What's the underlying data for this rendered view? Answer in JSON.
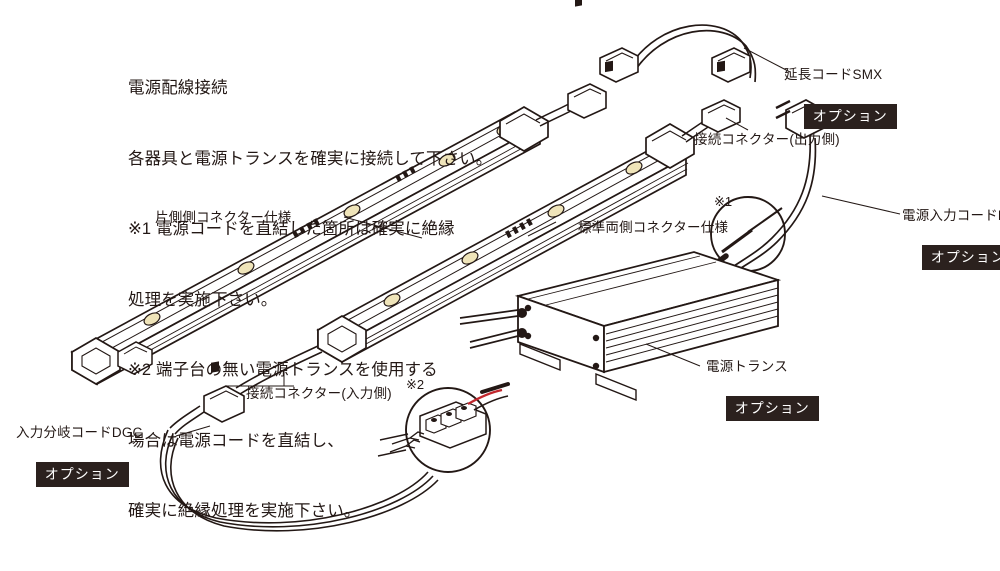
{
  "diagram": {
    "title_note": "電源配線接続",
    "notes": [
      "電源配線接続",
      "各器具と電源トランスを確実に接続して下さい。",
      "※1 電源コードを直結した箇所は確実に絶縁",
      "処理を実施下さい。",
      "※2 端子台の無い電源トランスを使用する",
      "場合は電源コードを直結し、",
      "確実に絶縁処理を実施下さい。"
    ],
    "option_badge": "オプション",
    "labels": {
      "extension_cord": "延長コードSMX",
      "connector_output": "接続コネクター(出力側)",
      "power_input_cord": "電源入力コードDGN",
      "one_side_connector_spec": "片側側コネクター仕様",
      "standard_both_side_connector_spec": "標準両側コネクター仕様",
      "connector_input": "接続コネクター(入力側)",
      "input_branch_cord": "入力分岐コードDGC",
      "power_transformer": "電源トランス",
      "note_mark_1": "※1",
      "note_mark_2": "※2"
    },
    "colors": {
      "line": "#231815",
      "led_chip": "#efe4b9",
      "badge_bg": "#2b211e",
      "wire_red": "#c1272d",
      "body_fill": "#ffffff"
    }
  }
}
